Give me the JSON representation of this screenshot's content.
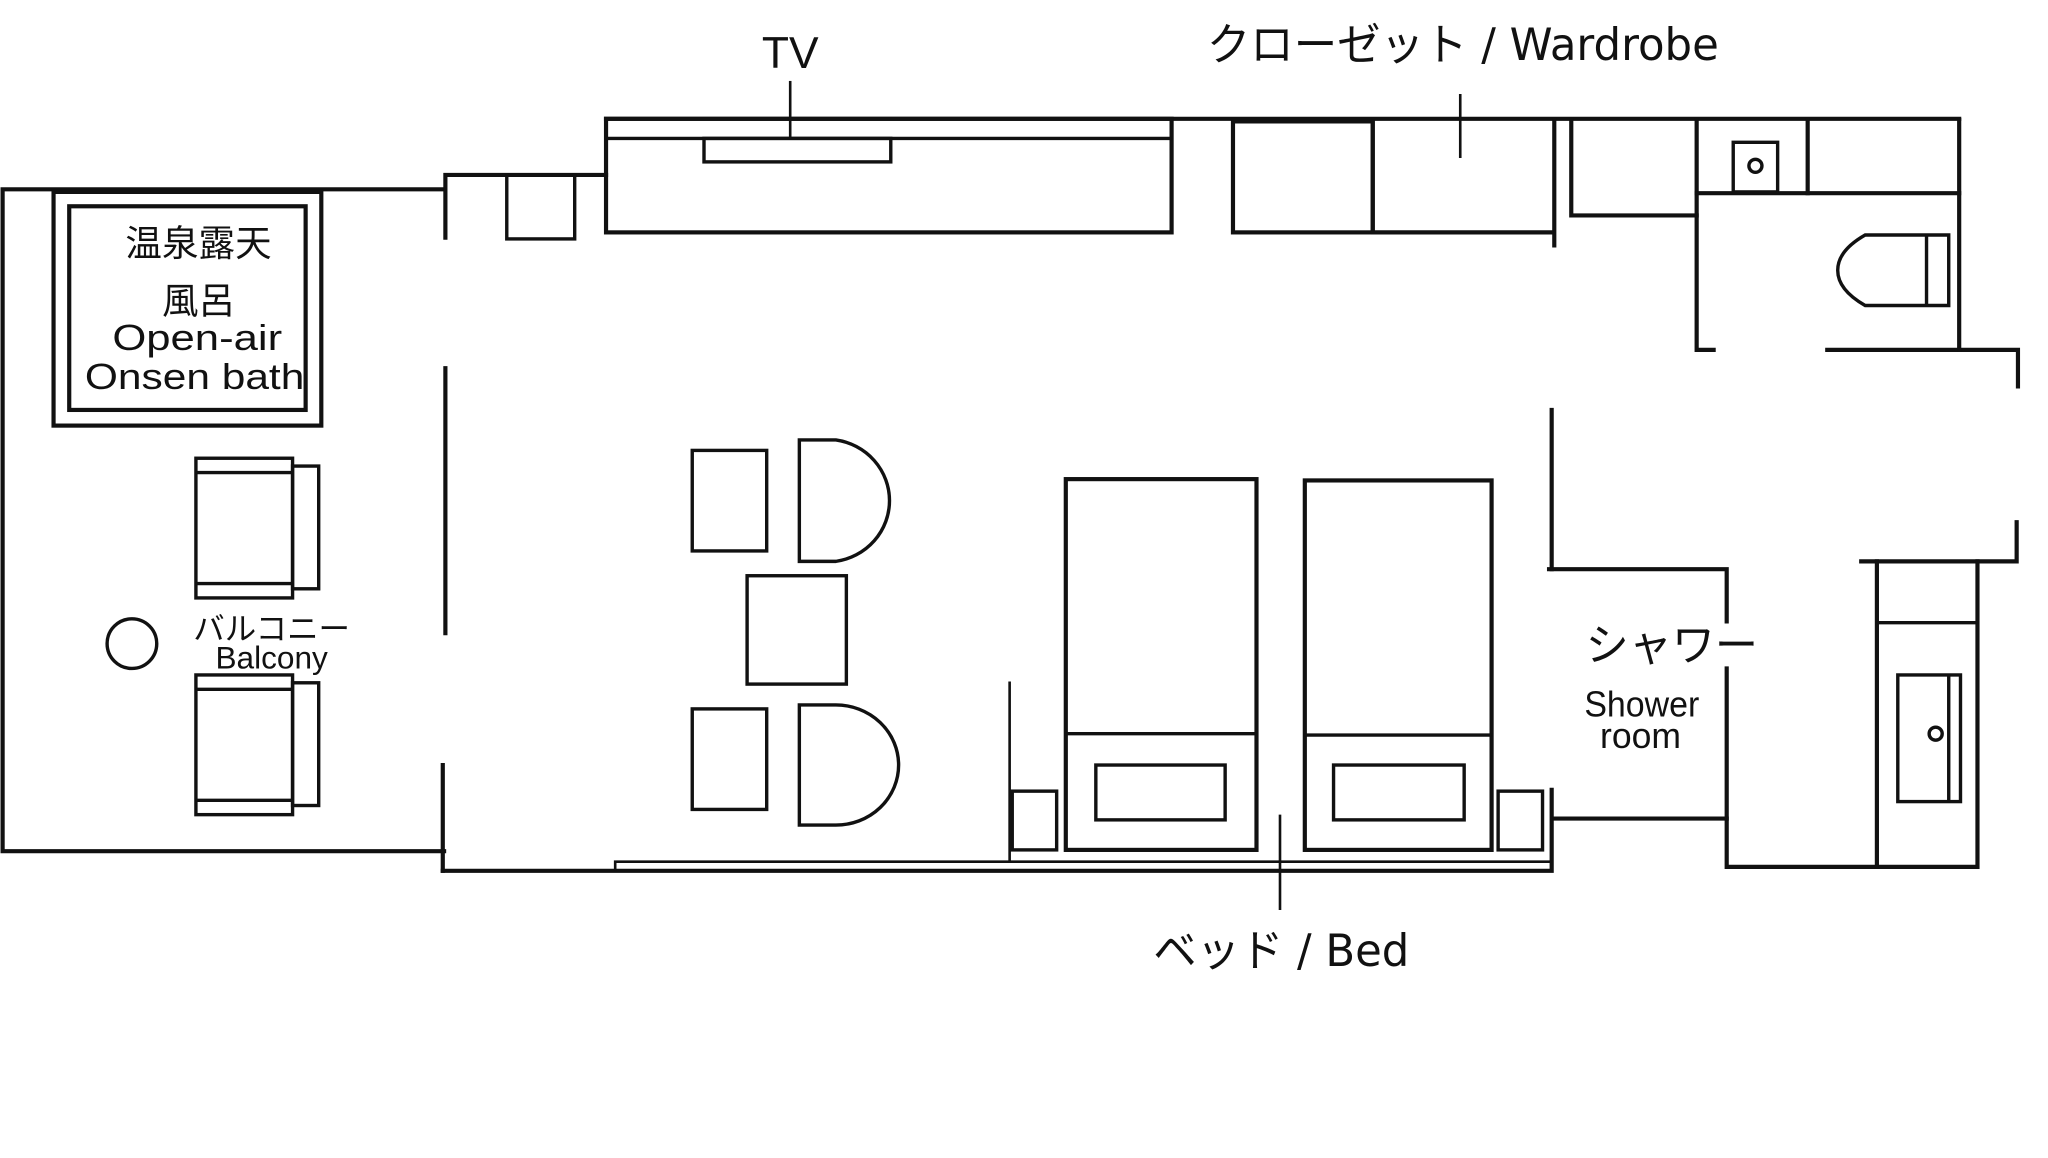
{
  "floor_plan": {
    "type": "hotel room floor plan",
    "background": "#ffffff",
    "line_color": "#111111",
    "labels": {
      "tv": "TV",
      "wardrobe": "クローゼット / Wardrobe",
      "bed": "ベッド / Bed",
      "onsen_jp_line1": "温泉露天",
      "onsen_jp_line2": "風呂",
      "onsen_en_line1": "Open-air",
      "onsen_en_line2": "Onsen bath",
      "balcony_jp": "バルコニー",
      "balcony_en": "Balcony",
      "shower_jp": "シャワー",
      "shower_en_line1": "Shower",
      "shower_en_line2": "room"
    },
    "areas": [
      {
        "id": "balcony",
        "name": "バルコニー / Balcony"
      },
      {
        "id": "onsen",
        "name": "温泉露天風呂 / Open-air Onsen bath"
      },
      {
        "id": "living",
        "name": "Living area with table and chairs"
      },
      {
        "id": "bedroom",
        "name": "ベッド / Bed (two single beds)"
      },
      {
        "id": "wardrobe",
        "name": "クローゼット / Wardrobe"
      },
      {
        "id": "toilet",
        "name": "Toilet"
      },
      {
        "id": "shower",
        "name": "シャワー / Shower room"
      },
      {
        "id": "vanity",
        "name": "Washbasin"
      }
    ]
  }
}
